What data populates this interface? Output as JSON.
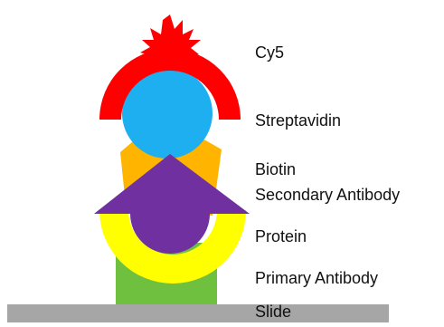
{
  "diagram": {
    "labels": {
      "cy5": "Cy5",
      "streptavidin": "Streptavidin",
      "biotin": "Biotin",
      "secondary_antibody": "Secondary Antibody",
      "protein": "Protein",
      "primary_antibody": "Primary Antibody",
      "slide": "Slide"
    },
    "colors": {
      "cy5": "#ff0000",
      "streptavidin": "#1eaff0",
      "biotin": "#ffb400",
      "secondary_antibody": "#7030a0",
      "protein": "#ffff00",
      "primary_antibody": "#70c040",
      "slide": "#a6a6a6"
    }
  }
}
